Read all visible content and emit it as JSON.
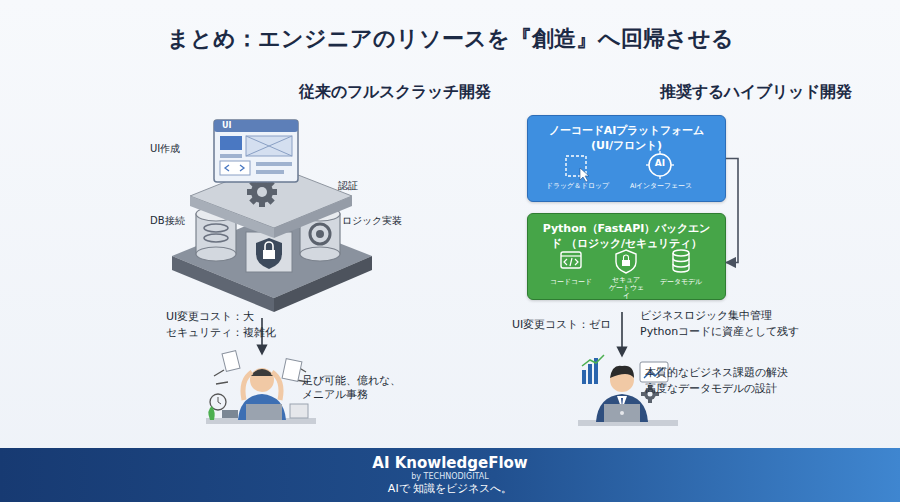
{
  "diagram": {
    "title": "まとめ：エンジニアのリソースを『創造』へ回帰させる",
    "nodes": [
      {
        "text": [
          "ノーコードAIプラットフォーム (UI/フロント)"
        ]
      },
      {
        "text": [
          "Python（FastAPI）バックエンド （ロジック/セキュリティ）"
        ]
      },
      {
        "text": [
          "AI KnowledgeFlow",
          "by TECHNODIGITAL",
          "AIで 知識をビジネスへ。"
        ]
      }
    ],
    "edges": [
      {
        "from": 0,
        "to": 1,
        "arrow": "to"
      }
    ],
    "labels": [
      "従来のフルスクラッチ開発",
      "推奨するハイブリッド開発",
      "UI",
      "UI作成",
      "認証",
      "DB接続",
      "ロジック実装",
      "UI変更コスト：大",
      "セキュリティ：複雑化",
      "足び可能、億れな、 メニアル事務",
      "ドラッグ＆ドロップ",
      "AI",
      "AIインターフェース",
      "コードコード",
      "セキュア ゲートウェイ",
      "データモデル",
      "UI変更コスト：ゼロ",
      "ビジネスロジック集中管理",
      "Pythonコードに資産として残す",
      "本質的なビジネス課題の解決",
      "高度なデータモデルの設計"
    ]
  }
}
